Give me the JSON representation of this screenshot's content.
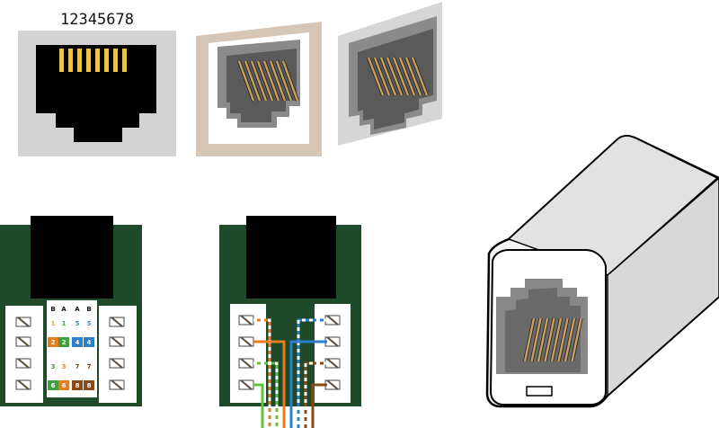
{
  "jack_front": {
    "pin_numbers": "12345678"
  },
  "terminal_block": {
    "column_headers": [
      "B",
      "A",
      "A",
      "B"
    ],
    "rows": [
      [
        {
          "t": "1",
          "c": "#f0a030"
        },
        {
          "t": "1",
          "c": "#3fa040"
        },
        {
          "t": "5",
          "c": "#3b8fd8"
        },
        {
          "t": "5",
          "c": "#3b8fd8"
        }
      ],
      [
        {
          "t": "2",
          "c": "#e87c1e",
          "bg": "#e87c1e"
        },
        {
          "t": "2",
          "c": "#3fa040",
          "bg": "#3fa040"
        },
        {
          "t": "4",
          "c": "#2a7fd0",
          "bg": "#2a7fd0"
        },
        {
          "t": "4",
          "c": "#2a7fd0",
          "bg": "#2a7fd0"
        }
      ],
      [
        {
          "t": "3",
          "c": "#3fa040"
        },
        {
          "t": "3",
          "c": "#e87c1e"
        },
        {
          "t": "7",
          "c": "#8a4a1a"
        },
        {
          "t": "7",
          "c": "#8a4a1a"
        }
      ],
      [
        {
          "t": "6",
          "c": "#3fa040",
          "bg": "#3fa040"
        },
        {
          "t": "6",
          "c": "#e87c1e",
          "bg": "#e87c1e"
        },
        {
          "t": "8",
          "c": "#8a4a1a",
          "bg": "#8a4a1a"
        },
        {
          "t": "8",
          "c": "#8a4a1a",
          "bg": "#8a4a1a"
        }
      ]
    ]
  },
  "colors": {
    "pcb_green": "#1e4a2a",
    "contact_gold": "#e8c54a",
    "wire_orange": "#e87c1e",
    "wire_green": "#5cc43a",
    "wire_blue": "#2a7fd0",
    "wire_brown": "#8a4a1a"
  }
}
